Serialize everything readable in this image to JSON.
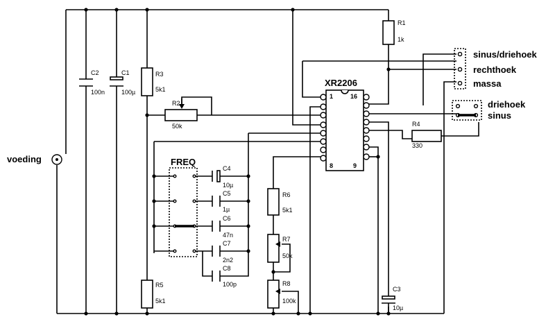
{
  "chip": {
    "name": "XR2206",
    "pin_1": "1",
    "pin_16": "16",
    "pin_8": "8",
    "pin_9": "9"
  },
  "supply": {
    "label": "voeding"
  },
  "components": {
    "R1": {
      "ref": "R1",
      "value": "1k"
    },
    "R2": {
      "ref": "R2",
      "value": "50k"
    },
    "R3": {
      "ref": "R3",
      "value": "5k1"
    },
    "R4": {
      "ref": "R4",
      "value": "330"
    },
    "R5": {
      "ref": "R5",
      "value": "5k1"
    },
    "R6": {
      "ref": "R6",
      "value": "5k1"
    },
    "R7": {
      "ref": "R7",
      "value": "50k"
    },
    "R8": {
      "ref": "R8",
      "value": "100k"
    },
    "C1": {
      "ref": "C1",
      "value": "100µ"
    },
    "C2": {
      "ref": "C2",
      "value": "100n"
    },
    "C3": {
      "ref": "C3",
      "value": "10µ"
    },
    "C4": {
      "ref": "C4",
      "value": "10µ"
    },
    "C5": {
      "ref": "C5",
      "value": "1µ"
    },
    "C6": {
      "ref": "C6",
      "value": "47n"
    },
    "C7": {
      "ref": "C7",
      "value": "2n2"
    },
    "C8": {
      "ref": "C8",
      "value": "100p"
    }
  },
  "freq_switch": {
    "label": "FREQ"
  },
  "outputs": {
    "sinus_driehoek": "sinus/driehoek",
    "rechthoek": "rechthoek",
    "massa": "massa"
  },
  "wave_switch": {
    "driehoek": "driehoek",
    "sinus": "sinus"
  }
}
